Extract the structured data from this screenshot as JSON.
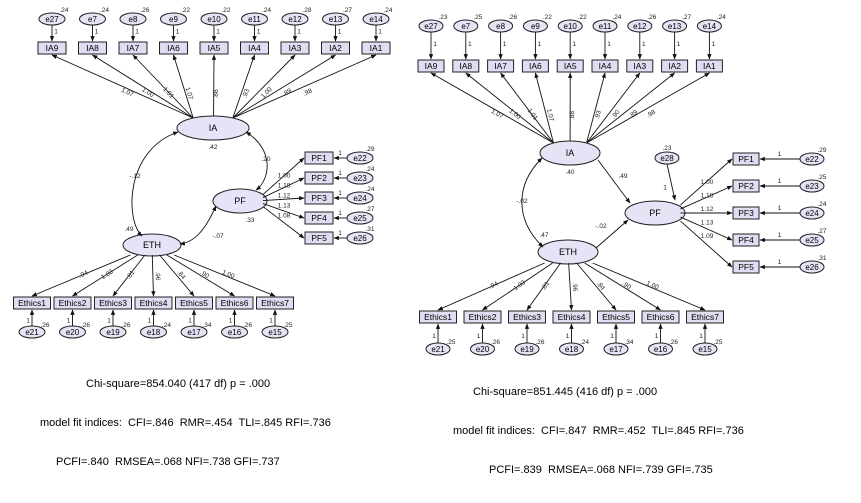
{
  "left": {
    "ia_items": [
      "IA9",
      "IA8",
      "IA7",
      "IA6",
      "IA5",
      "IA4",
      "IA3",
      "IA2",
      "IA1"
    ],
    "ia_errors": [
      "e27",
      "e7",
      "e8",
      "e9",
      "e10",
      "e11",
      "e12",
      "e13",
      "e14"
    ],
    "ia_error_var": [
      ".24",
      ".24",
      ".26",
      ".22",
      ".22",
      ".24",
      ".28",
      ".27",
      ".24"
    ],
    "ia_loadings": [
      "1.07",
      "1.00",
      "1.01",
      "1.07",
      ".88",
      ".93",
      "1.00",
      ".89",
      ".98"
    ],
    "pf_items": [
      "PF1",
      "PF2",
      "PF3",
      "PF4",
      "PF5"
    ],
    "pf_errors": [
      "e22",
      "e23",
      "e24",
      "e25",
      "e26"
    ],
    "pf_error_var": [
      ".29",
      ".24",
      ".24",
      ".27",
      ".31"
    ],
    "pf_loadings": [
      "1.00",
      "1.18",
      "1.12",
      "1.13",
      "1.08"
    ],
    "ethics_items": [
      "Ethics1",
      "Ethics2",
      "Ethics3",
      "Ethics4",
      "Ethics5",
      "Ethics6",
      "Ethics7"
    ],
    "ethics_errors": [
      "e21",
      "e20",
      "e19",
      "e18",
      "e17",
      "e16",
      "e15"
    ],
    "ethics_error_var": [
      ".26",
      ".26",
      ".26",
      ".24",
      ".34",
      ".26",
      ".25"
    ],
    "ethics_loadings": [
      ".94",
      "1.03",
      ".81",
      ".96",
      ".84",
      ".90",
      "1.00"
    ],
    "latent_labels": {
      "ia": "IA",
      "pf": "PF",
      "eth": "ETH"
    },
    "latent_values": {
      "ia": ".42",
      "pf": ".33",
      "eth": ".49"
    },
    "paths": {
      "ia_eth": "-.12",
      "ia_pf": ".20",
      "eth_pf": "-.07"
    },
    "stats": [
      "Chi-square=854.040 (417 df) p = .000",
      "model fit indices:  CFI=.846  RMR=.454  TLI=.845 RFI=.736",
      "PCFI=.840  RMSEA=.068 NFI=.738 GFI=.737"
    ]
  },
  "right": {
    "ia_items": [
      "IA9",
      "IA8",
      "IA7",
      "IA6",
      "IA5",
      "IA4",
      "IA3",
      "IA2",
      "IA1"
    ],
    "ia_errors": [
      "e27",
      "e7",
      "e8",
      "e9",
      "e10",
      "e11",
      "e12",
      "e13",
      "e14"
    ],
    "ia_error_var": [
      ".23",
      ".25",
      ".26",
      ".22",
      ".22",
      ".24",
      ".26",
      ".27",
      ".24"
    ],
    "ia_loadings": [
      "1.07",
      "1.00",
      "1.01",
      "1.07",
      ".88",
      ".93",
      ".90",
      ".89",
      ".98"
    ],
    "pf_items": [
      "PF1",
      "PF2",
      "PF3",
      "PF4",
      "PF5"
    ],
    "pf_errors": [
      "e22",
      "e23",
      "e24",
      "e25",
      "e26"
    ],
    "pf_error_var": [
      ".29",
      ".25",
      ".24",
      ".27",
      ".31"
    ],
    "pf_loadings": [
      "1.00",
      "1.18",
      "1.12",
      "1.13",
      "1.09"
    ],
    "ethics_items": [
      "Ethics1",
      "Ethics2",
      "Ethics3",
      "Ethics4",
      "Ethics5",
      "Ethics6",
      "Ethics7"
    ],
    "ethics_errors": [
      "e21",
      "e20",
      "e19",
      "e18",
      "e17",
      "e16",
      "e15"
    ],
    "ethics_error_var": [
      ".25",
      ".26",
      ".26",
      ".24",
      ".34",
      ".26",
      ".25"
    ],
    "ethics_loadings": [
      ".94",
      "1.03",
      ".81",
      ".96",
      ".84",
      ".90",
      "1.00"
    ],
    "latent_labels": {
      "ia": "IA",
      "pf": "PF",
      "eth": "ETH"
    },
    "latent_values": {
      "ia": ".40",
      "pf_err_var": ".23",
      "eth": ".47"
    },
    "pf_error_label": "e28",
    "paths": {
      "ia_eth": "-.02",
      "ia_pf": ".49",
      "eth_pf": "-.02"
    },
    "stats": [
      "Chi-square=851.445 (416 df) p = .000",
      "model fit indices:  CFI=.847  RMR=.452  TLI=.845 RFI=.736",
      "PCFI=.839  RMSEA=.068 NFI=.739 GFI=.735"
    ]
  },
  "fixed_one": "1"
}
